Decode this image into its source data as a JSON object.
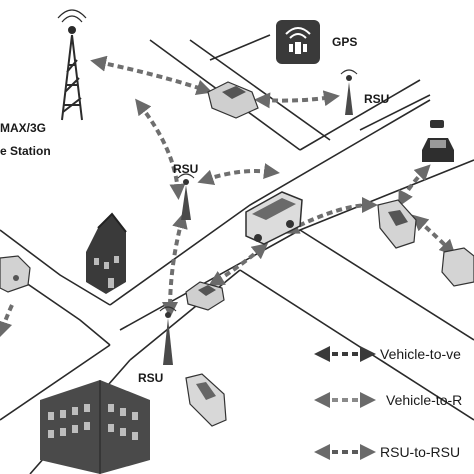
{
  "labels": {
    "base_station_line1": "MAX/3G",
    "base_station_line2": "e Station",
    "gps": "GPS",
    "rsu_top": "RSU",
    "rsu_mid": "RSU",
    "rsu_bottom": "RSU"
  },
  "legend": [
    {
      "label": "Vehicle-to-ve"
    },
    {
      "label": "Vehicle-to-R"
    },
    {
      "label": "RSU-to-RSU"
    }
  ],
  "colors": {
    "road_line": "#2a2a2a",
    "link": "#6f6f6f",
    "dark": "#2b2b2b",
    "gps_bg": "#3a3a3a"
  },
  "icons": [
    "gps-icon",
    "tower-icon",
    "antenna-icon",
    "car-icon",
    "bus-icon",
    "house-icon",
    "building-icon",
    "taxi-icon"
  ]
}
